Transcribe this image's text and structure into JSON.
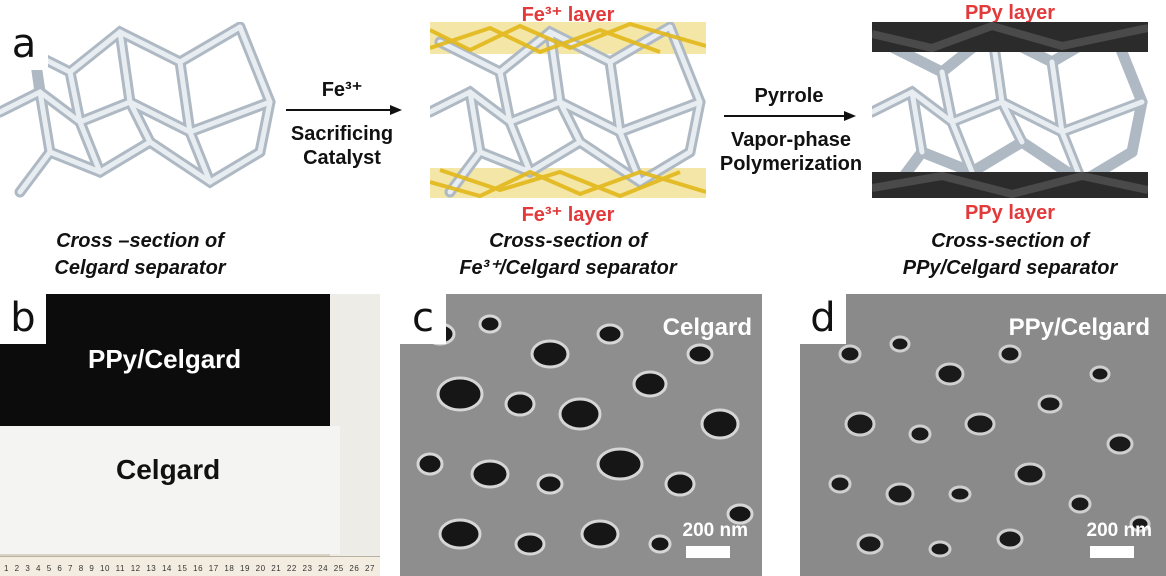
{
  "panel_a": {
    "letter": "a",
    "step1": {
      "sup_label": "Fe³⁺",
      "line1": "Sacrificing",
      "line2": "Catalyst"
    },
    "step2": {
      "line1": "Pyrrole",
      "line2": "Vapor-phase",
      "line3": "Polymerization"
    },
    "fe_layer_top": "Fe³⁺ layer",
    "fe_layer_bottom": "Fe³⁺ layer",
    "ppy_layer_top": "PPy layer",
    "ppy_layer_bottom": "PPy layer",
    "caption1": {
      "line1": "Cross –section of",
      "line2": "Celgard separator"
    },
    "caption2": {
      "line1": "Cross-section of",
      "line2": "Fe³⁺/Celgard separator"
    },
    "caption3": {
      "line1": "Cross-section  of",
      "line2": "PPy/Celgard separator"
    },
    "colors": {
      "red_label": "#e23a3a",
      "fiber": "#c9d3dd",
      "fe_layer": "#e8c21a",
      "ppy_layer": "#2a2a2a"
    }
  },
  "panel_b": {
    "letter": "b",
    "top_label": "PPy/Celgard",
    "bottom_label": "Celgard",
    "ruler_numbers": "1 2 3 4 5 6 7 8 9 10 11 12 13 14 15 16 17 18 19 20 21 22 23 24 25 26 27"
  },
  "panel_c": {
    "letter": "c",
    "label": "Celgard",
    "scale": "200 nm"
  },
  "panel_d": {
    "letter": "d",
    "label": "PPy/Celgard",
    "scale": "200 nm"
  }
}
